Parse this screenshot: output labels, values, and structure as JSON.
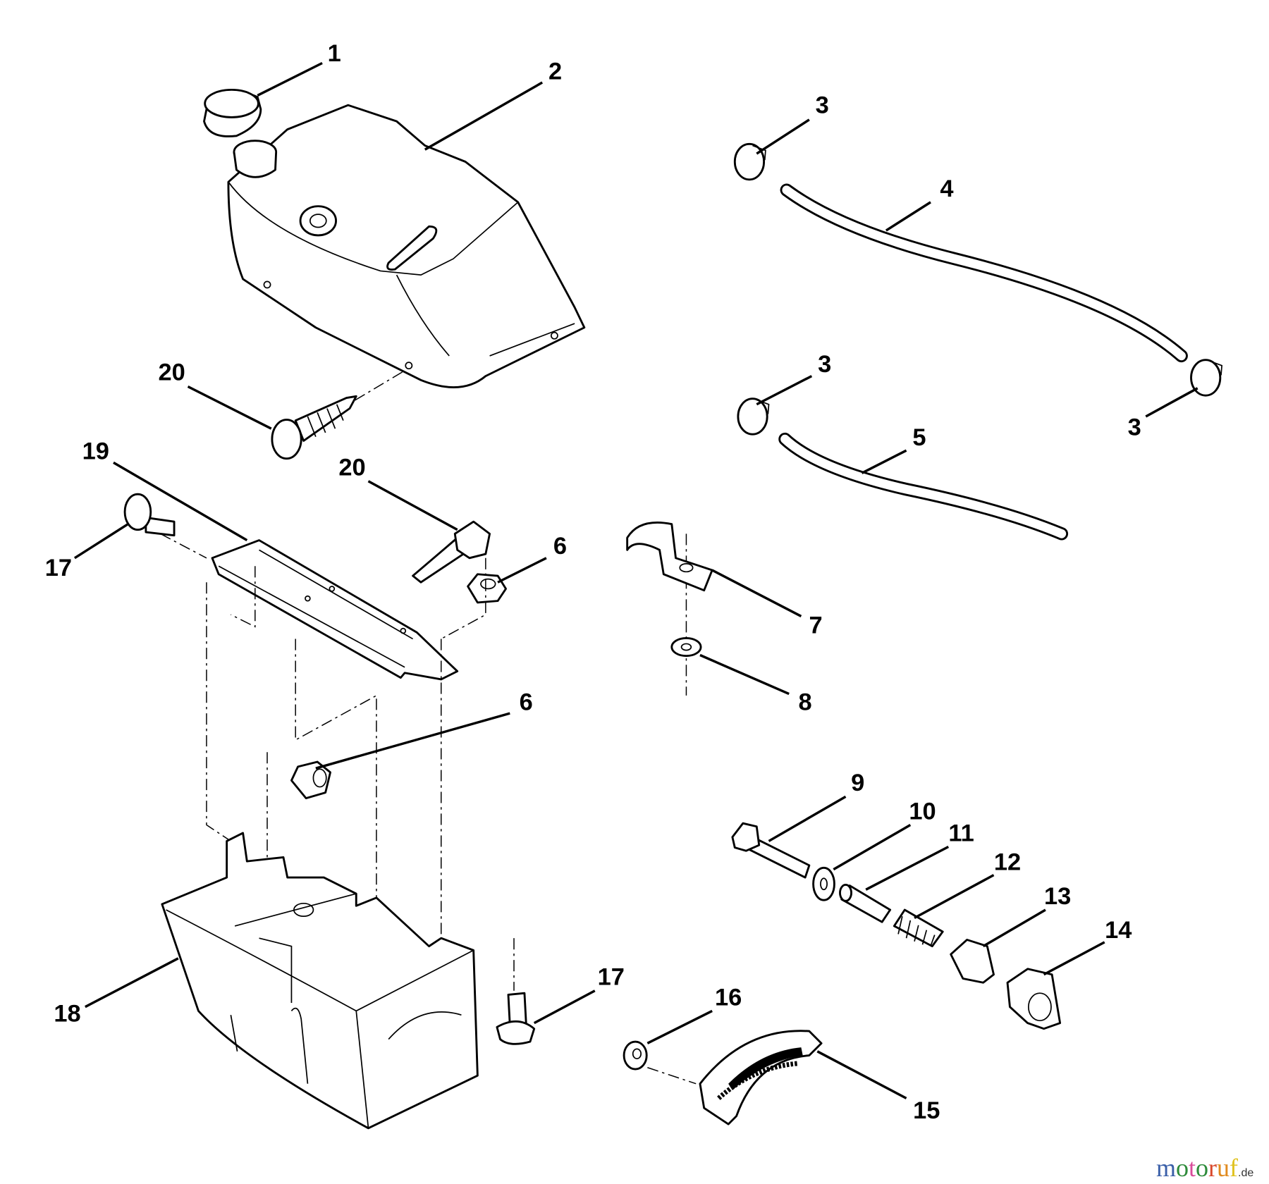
{
  "diagram": {
    "callouts": [
      "1",
      "2",
      "3",
      "4",
      "3",
      "5",
      "3",
      "20",
      "19",
      "20",
      "17",
      "6",
      "7",
      "8",
      "6",
      "9",
      "10",
      "11",
      "12",
      "13",
      "14",
      "17",
      "16",
      "15",
      "18"
    ]
  },
  "parts": {
    "1": "fuel-cap",
    "2": "fuel-tank",
    "3": "hose-clamp",
    "4": "fuel-hose",
    "5": "fuel-hose",
    "6": "hex-nut",
    "7": "hose-clip",
    "8": "washer",
    "9": "bolt",
    "10": "washer",
    "11": "spacer",
    "12": "spring",
    "13": "bracket",
    "14": "lever-mount",
    "15": "throttle-plate",
    "16": "nut",
    "17": "screw",
    "18": "dash-panel",
    "19": "support-bracket",
    "20": "screw"
  },
  "watermark": {
    "name": "motoruf",
    "letters": [
      "m",
      "o",
      "t",
      "o",
      "r",
      "u",
      "f"
    ],
    "suffix": ".de"
  },
  "colors": {
    "wm": [
      "#3a5fa8",
      "#2e8b3a",
      "#d94c9a",
      "#2e8b3a",
      "#d9482b",
      "#e08a1e",
      "#e0c21e"
    ]
  }
}
